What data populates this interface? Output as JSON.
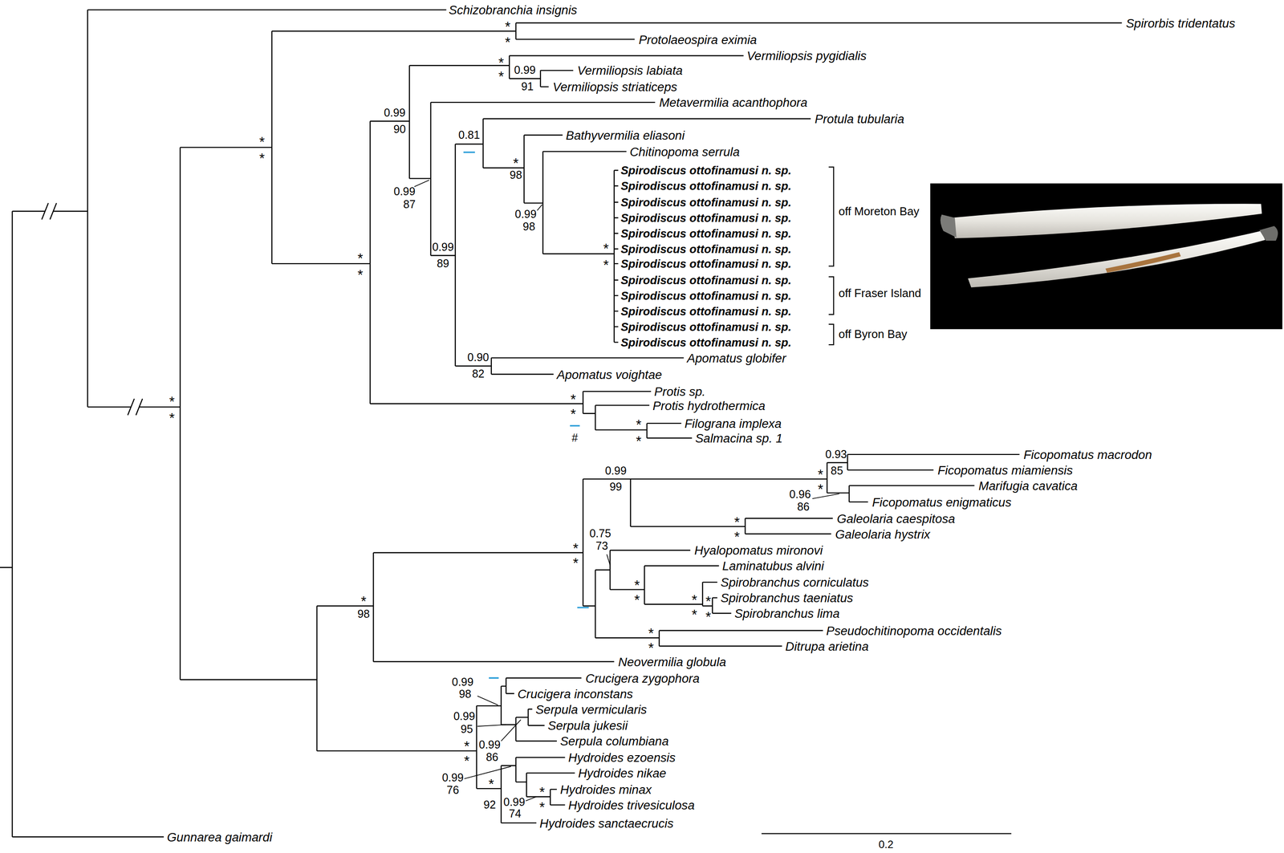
{
  "diagram": {
    "labels": [
      "Schizobranchia insignis",
      "Spirorbis tridentatus",
      "Protolaeospira eximia",
      "Vermiliopsis pygidialis",
      "Vermiliopsis labiata",
      "Vermiliopsis striaticeps",
      "Metavermilia acanthophora",
      "Protula tubularia",
      "Bathyvermilia eliasoni",
      "Chitinopoma serrula",
      "Spirodiscus ottofinamusi n. sp.",
      "Spirodiscus ottofinamusi n. sp.",
      "Spirodiscus ottofinamusi n. sp.",
      "Spirodiscus ottofinamusi n. sp.",
      "Spirodiscus ottofinamusi n. sp.",
      "Spirodiscus ottofinamusi n. sp.",
      "Spirodiscus ottofinamusi n. sp.",
      "off Moreton Bay",
      "Spirodiscus ottofinamusi n. sp.",
      "Spirodiscus ottofinamusi n. sp.",
      "Spirodiscus ottofinamusi n. sp.",
      "off Fraser Island",
      "Spirodiscus ottofinamusi n. sp.",
      "Spirodiscus ottofinamusi n. sp.",
      "off Byron Bay",
      "Apomatus globifer",
      "Apomatus voightae",
      "Protis sp.",
      "Protis hydrothermica",
      "Filograna implexa",
      "Salmacina sp. 1",
      "Ficopomatus macrodon",
      "Ficopomatus miamiensis",
      "Marifugia cavatica",
      "Ficopomatus enigmaticus",
      "Galeolaria caespitosa",
      "Galeolaria hystrix",
      "Hyalopomatus mironovi",
      "Laminatubus alvini",
      "Spirobranchus corniculatus",
      "Spirobranchus taeniatus",
      "Spirobranchus lima",
      "Pseudochitinopoma occidentalis",
      "Ditrupa arietina",
      "Neovermilia globula",
      "Crucigera zygophora",
      "Crucigera inconstans",
      "Serpula vermicularis",
      "Serpula jukesii",
      "Serpula columbiana",
      "Hydroides ezoensis",
      "Hydroides nikae",
      "Hydroides minax",
      "Hydroides trivesiculosa",
      "Hydroides sanctaecrucis",
      "Gunnarea gaimardi",
      "*",
      "*",
      "*",
      "*",
      "0.99",
      "91",
      "*",
      "*",
      "*",
      "*",
      "*",
      "*",
      "0.99",
      "90",
      "0.99",
      "87",
      "0.99",
      "89",
      "0.81",
      "*",
      "98",
      "0.99",
      "98",
      "*",
      "*",
      "0.90",
      "82",
      "*",
      "*",
      "#",
      "*",
      "*",
      "*",
      "98",
      "*",
      "*",
      "0.99",
      "99",
      "0.75",
      "73",
      "*",
      "*",
      "*",
      "*",
      "*",
      "*",
      "*",
      "*",
      "*",
      "*",
      "0.93",
      "85",
      "0.96",
      "86",
      "*",
      "*",
      "*",
      "*",
      "0.99",
      "98",
      "0.99",
      "95",
      "0.99",
      "86",
      "0.99",
      "76",
      "*",
      "92",
      "0.99",
      "74",
      "*",
      "*",
      "0.2"
    ]
  }
}
